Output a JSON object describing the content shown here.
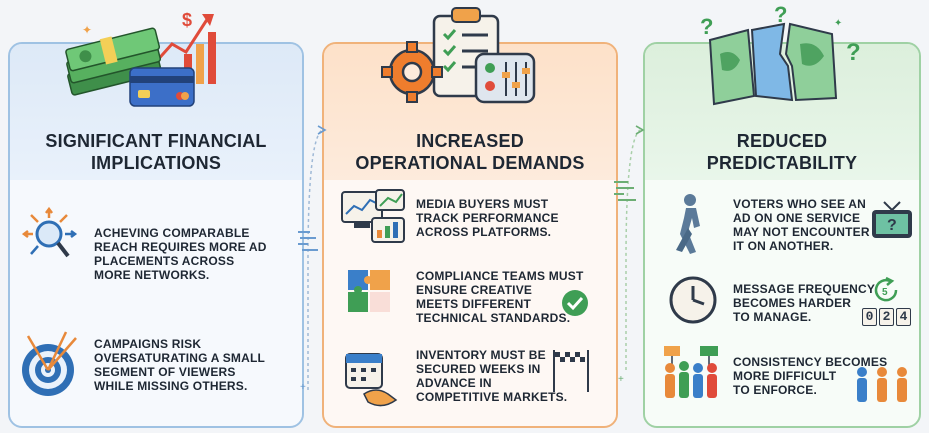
{
  "columns": [
    {
      "title_lines": [
        "SIGNIFICANT FINANCIAL",
        "IMPLICATIONS"
      ],
      "hero_icon": "money-stack-credit-card-chart-icon",
      "items": [
        {
          "icon": "magnifier-arrows-icon",
          "lines": [
            "ACHEVING COMPARABLE",
            "REACH REQUIRES MORE AD",
            "PLACEMENTS ACROSS",
            "MORE NETWORKS."
          ]
        },
        {
          "icon": "target-arrows-icon",
          "lines": [
            "CAMPAIGNS RISK",
            "OVERSATURATING A SMALL",
            "SEGMENT OF VIEWERS",
            "WHILE MISSING OTHERS."
          ]
        }
      ]
    },
    {
      "title_lines": [
        "INCREASED",
        "OPERATIONAL DEMANDS"
      ],
      "hero_icon": "gear-clipboard-controls-icon",
      "items": [
        {
          "icon": "dashboard-charts-icon",
          "lines": [
            "MEDIA BUYERS MUST",
            "TRACK PERFORMANCE",
            "ACROSS PLATFORMS."
          ]
        },
        {
          "icon": "puzzle-checkmark-icon",
          "lines": [
            "COMPLIANCE TEAMS MUST",
            "ENSURE CREATIVE",
            "MEETS DIFFERENT",
            "TECHNICAL STANDARDS."
          ]
        },
        {
          "icon": "calendar-handshake-flag-icon",
          "lines": [
            "INVENTORY MUST BE",
            "SECURED WEEKS IN",
            "ADVANCE IN",
            "COMPETITIVE MARKETS."
          ]
        }
      ]
    },
    {
      "title_lines": [
        "REDUCED",
        "PREDICTABILITY"
      ],
      "hero_icon": "torn-map-question-icon",
      "items": [
        {
          "icon": "walking-person-tv-icon",
          "lines": [
            "VOTERS WHO SEE AN",
            "AD ON ONE SERVICE",
            "MAY NOT ENCOUNTER",
            "IT ON ANOTHER."
          ]
        },
        {
          "icon": "clock-counter-icon",
          "lines": [
            "MESSAGE FREQUENCY",
            "BECOMES HARDER",
            "TO MANAGE."
          ]
        },
        {
          "icon": "crowd-signs-icon",
          "lines": [
            "CONSISTENCY BECOMES",
            "MORE DIFFICULT",
            "TO ENFORCE."
          ]
        }
      ],
      "counter_digits": [
        "0",
        "2",
        "4"
      ]
    }
  ],
  "colors": {
    "financial_accent": "#3b7dc4",
    "operational_accent": "#e8893a",
    "predictability_accent": "#3f9e55",
    "text": "#1e2733"
  }
}
